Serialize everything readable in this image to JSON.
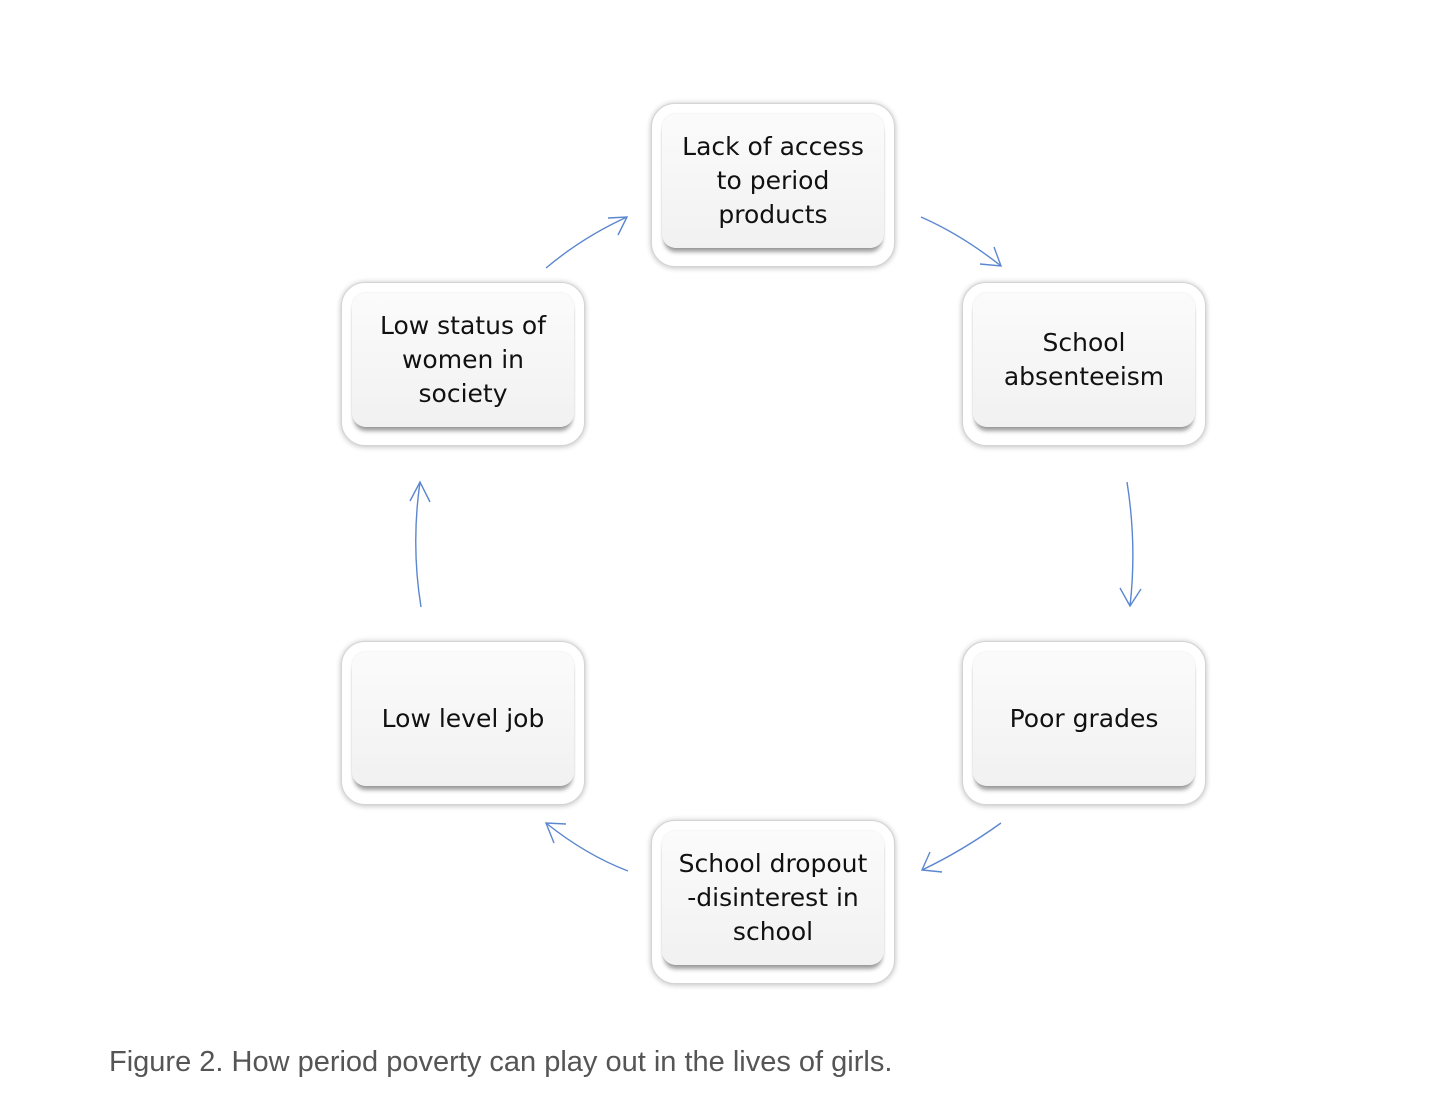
{
  "diagram": {
    "type": "cycle",
    "accent_color": "#5b87cf",
    "nodes": [
      {
        "id": "top",
        "label": "Lack of access to period products"
      },
      {
        "id": "upper-right",
        "label": "School absenteeism"
      },
      {
        "id": "lower-right",
        "label": "Poor grades"
      },
      {
        "id": "bottom",
        "label": "School dropout -disinterest in school"
      },
      {
        "id": "lower-left",
        "label": "Low level job"
      },
      {
        "id": "upper-left",
        "label": "Low status of women in society"
      }
    ],
    "edges": [
      {
        "from": "top",
        "to": "upper-right"
      },
      {
        "from": "upper-right",
        "to": "lower-right"
      },
      {
        "from": "lower-right",
        "to": "bottom"
      },
      {
        "from": "bottom",
        "to": "lower-left"
      },
      {
        "from": "lower-left",
        "to": "upper-left"
      },
      {
        "from": "upper-left",
        "to": "top"
      }
    ]
  },
  "caption": "Figure 2. How period poverty can play out in the lives of girls."
}
